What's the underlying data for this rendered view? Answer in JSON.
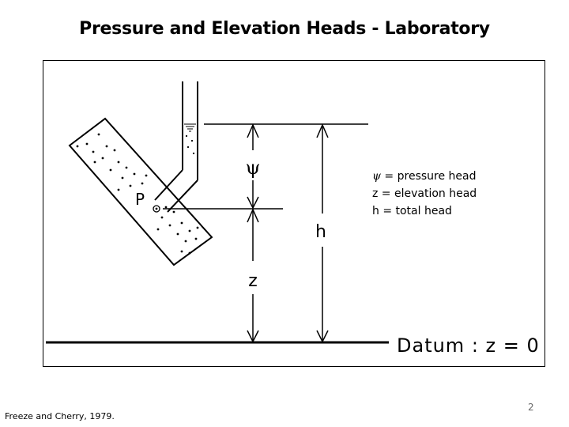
{
  "slide": {
    "title": "Pressure and Elevation Heads - Laboratory",
    "citation": "Freeze and Cherry, 1979.",
    "page_number": "2"
  },
  "diagram": {
    "point_label": "P",
    "psi_label": "ψ",
    "z_label": "z",
    "h_label": "h",
    "datum_label": "Datum : z = 0"
  },
  "legend": {
    "psi_symbol": "ψ",
    "psi_text": " = pressure head",
    "z_text": "z = elevation head",
    "h_text": "h = total head"
  }
}
